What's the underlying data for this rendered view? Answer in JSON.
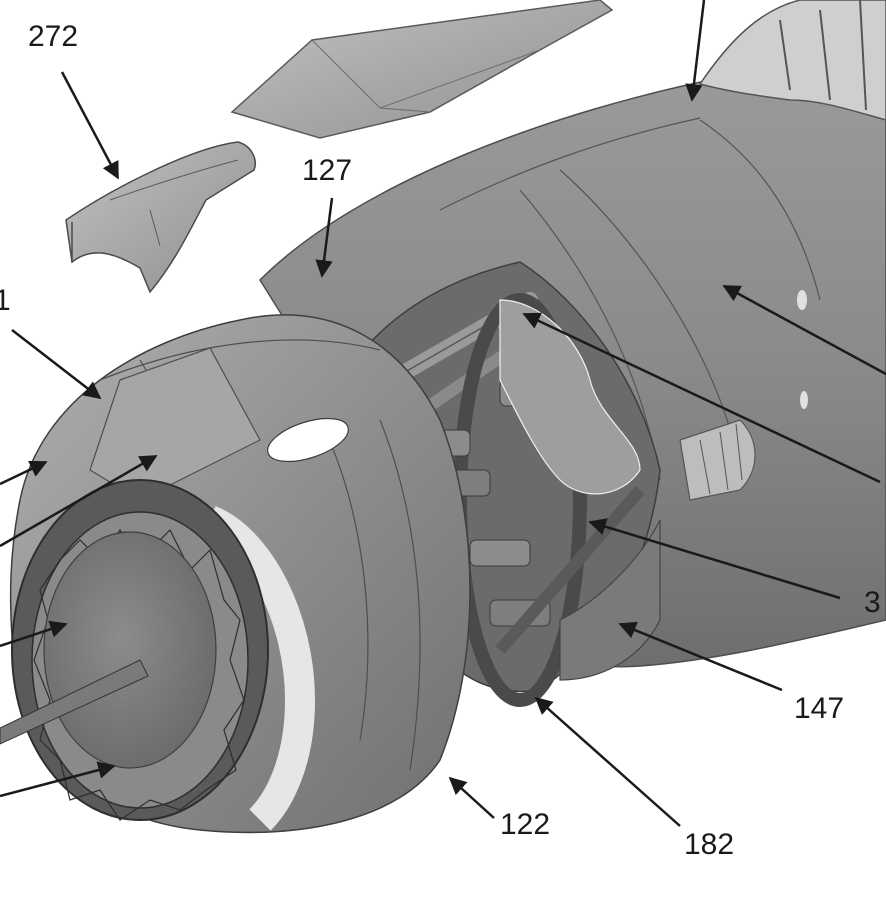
{
  "callouts": {
    "c272": "272",
    "c127": "127",
    "c1": "1",
    "c3": "3",
    "c147": "147",
    "c122": "122",
    "c182": "182"
  },
  "colors": {
    "background": "#ffffff",
    "fuselage": "#8c8c8c",
    "panel_light": "#b4b4b4",
    "shadow": "#4e4e4e",
    "line": "#1a1a1a"
  }
}
